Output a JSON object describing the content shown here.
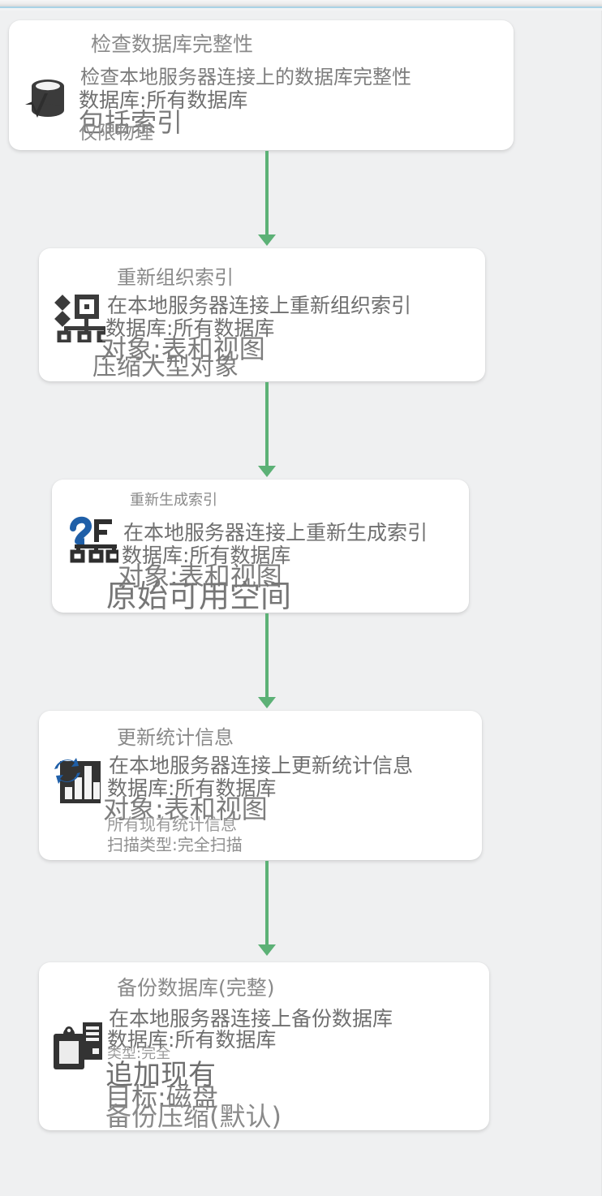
{
  "window": {
    "accent_color": "#a9d3e6",
    "canvas_background": "#eff0f1",
    "connector_color": "#5cb176"
  },
  "diagram": {
    "type": "maintenance-plan-flow",
    "node_count": 5,
    "nodes": [
      {
        "id": "check-database-integrity",
        "icon": "database-check-icon",
        "title": "检查数据库完整性",
        "lines": [
          "检查本地服务器连接上的数据库完整性",
          "数据库:所有数据库",
          "包括索引",
          "仅限物理"
        ]
      },
      {
        "id": "reorganize-index",
        "icon": "reorganize-index-icon",
        "title": "重新组织索引",
        "lines": [
          "在本地服务器连接上重新组织索引",
          "数据库:所有数据库",
          "对象:表和视图",
          "压缩大型对象"
        ]
      },
      {
        "id": "rebuild-index",
        "icon": "rebuild-index-icon",
        "title": "重新生成索引",
        "lines": [
          "在本地服务器连接上重新生成索引",
          "数据库:所有数据库",
          "对象:表和视图",
          "原始可用空间"
        ]
      },
      {
        "id": "update-statistics",
        "icon": "update-statistics-icon",
        "title": "更新统计信息",
        "lines": [
          "在本地服务器连接上更新统计信息",
          "数据库:所有数据库",
          "对象:表和视图",
          "所有现有统计信息",
          "扫描类型:完全扫描"
        ]
      },
      {
        "id": "back-up-database-full",
        "icon": "backup-database-icon",
        "title": "备份数据库(完整)",
        "lines": [
          "在本地服务器连接上备份数据库",
          "数据库:所有数据库",
          "类型:完全",
          "追加现有",
          "目标:磁盘",
          "备份压缩(默认)"
        ]
      }
    ],
    "connectors": [
      {
        "from": "check-database-integrity",
        "to": "reorganize-index"
      },
      {
        "from": "reorganize-index",
        "to": "rebuild-index"
      },
      {
        "from": "rebuild-index",
        "to": "update-statistics"
      },
      {
        "from": "update-statistics",
        "to": "back-up-database-full"
      }
    ]
  }
}
